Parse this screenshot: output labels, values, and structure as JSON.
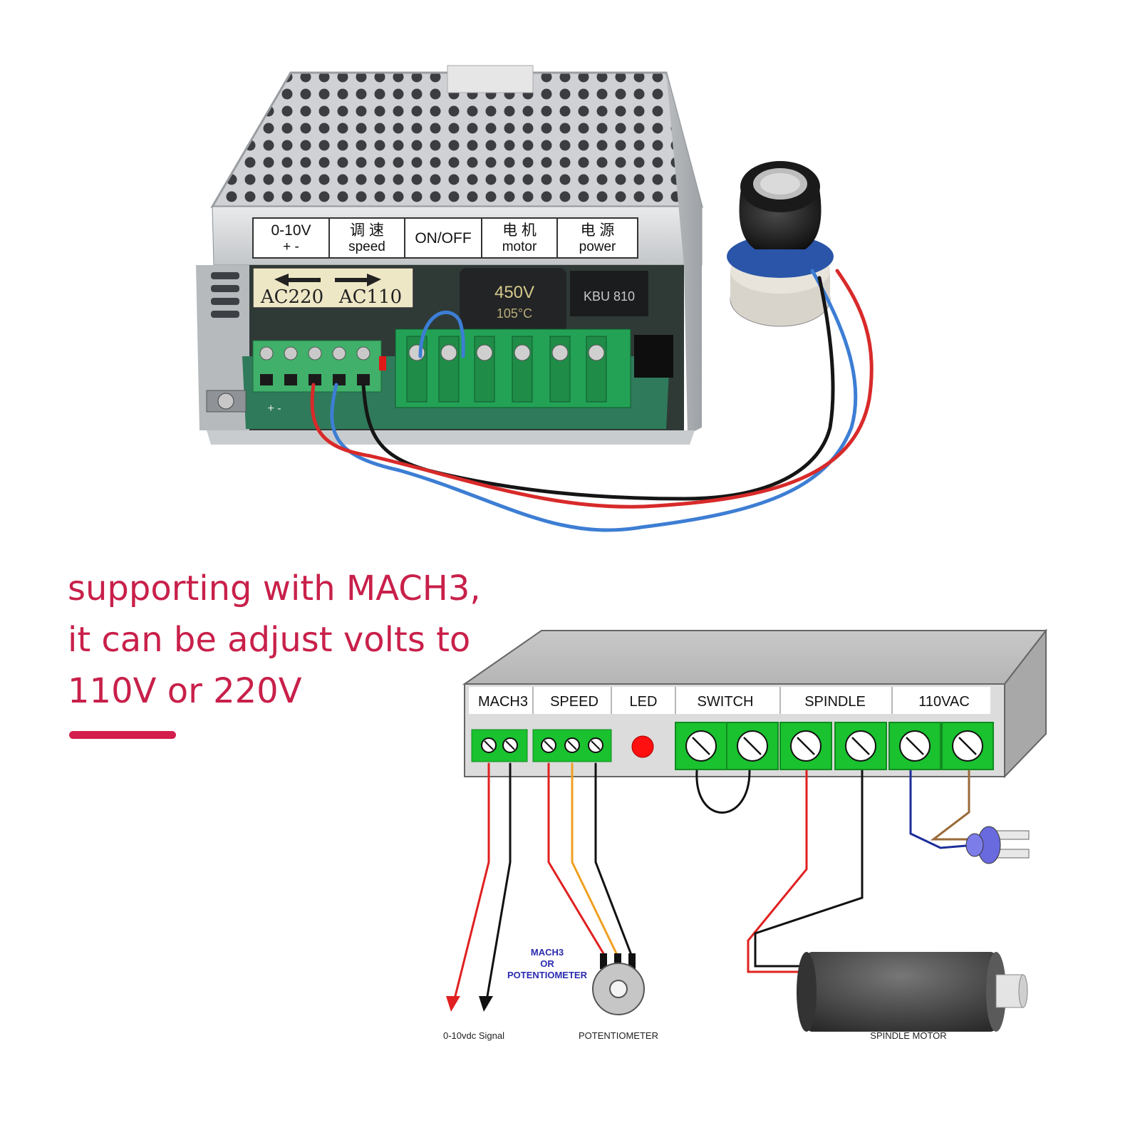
{
  "photo": {
    "label_strip": {
      "cells": [
        {
          "top": "0-10V",
          "bottom": "+    -"
        },
        {
          "top": "调  速",
          "bottom": "speed"
        },
        {
          "top": "ON/OFF",
          "bottom": ""
        },
        {
          "top": "电  机",
          "bottom": "motor"
        },
        {
          "top": "电  源",
          "bottom": "power"
        }
      ]
    },
    "voltage_selector": {
      "left": "AC220",
      "right": "AC110"
    },
    "capacitor_text": [
      "450V",
      "105°C"
    ],
    "bridge_text": "KBU  810",
    "small_terminal_text": "+ -"
  },
  "headline": {
    "lines": [
      "supporting with MACH3,",
      "it can be adjust volts to",
      "110V or 220V"
    ]
  },
  "diagram": {
    "sections": [
      "MACH3",
      "SPEED",
      "LED",
      "SWITCH",
      "SPINDLE",
      "110VAC"
    ],
    "pot_note": [
      "MACH3",
      "OR",
      "POTENTIOMETER"
    ],
    "labels": {
      "signal": "0-10vdc Signal",
      "potentiometer": "POTENTIOMETER",
      "motor": "SPINDLE MOTOR"
    }
  },
  "colors": {
    "headline": "#c8204a",
    "terminal_green": "#19c22e",
    "wire_red": "#e02020",
    "wire_blue": "#3a7bd5",
    "wire_black": "#111111",
    "wire_orange": "#f0a020",
    "wire_navy": "#1c2e9a",
    "wire_brown": "#9a6a3a",
    "led": "#ff1010",
    "note_blue": "#2a2ab0"
  }
}
